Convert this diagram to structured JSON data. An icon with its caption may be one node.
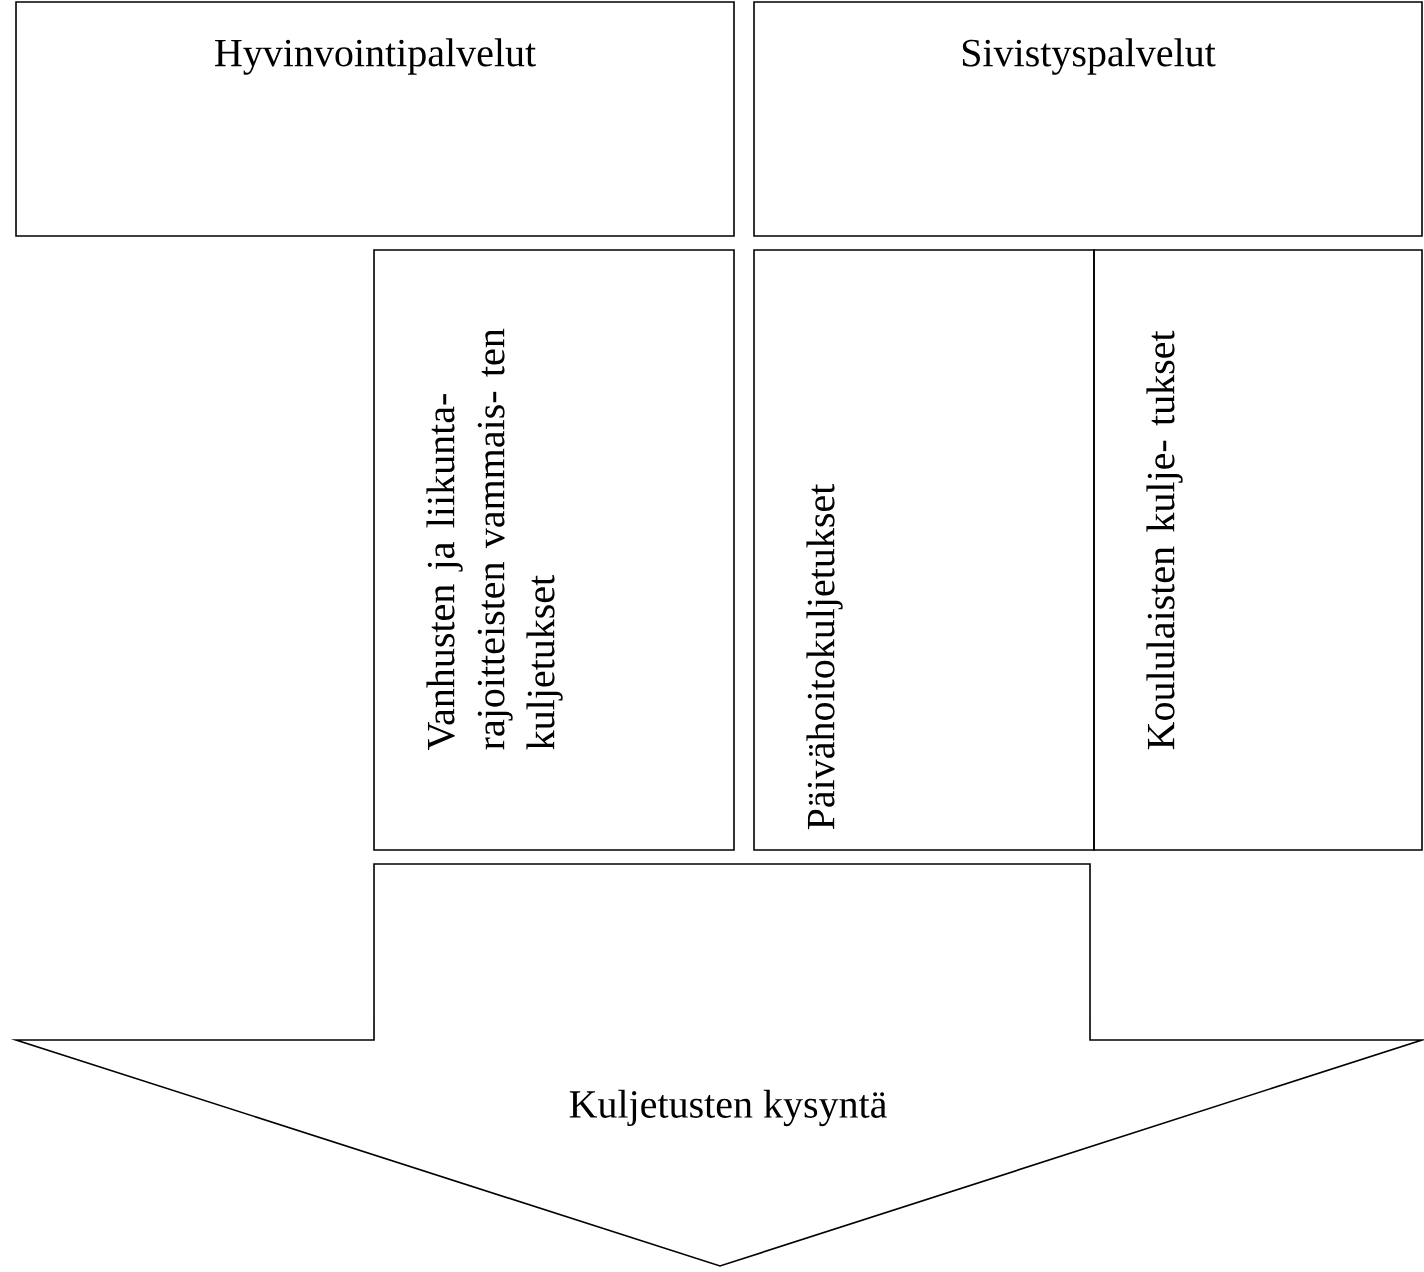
{
  "diagram": {
    "nodes": [
      {
        "text": [
          "Hyvinvointipalvelut"
        ]
      },
      {
        "text": [
          "Sivistyspalvelut"
        ]
      },
      {
        "text": [
          "Vanhusten ja liikunta- rajoitteisten vammais- ten kuljetukset"
        ]
      },
      {
        "text": [
          "Päivähoitokuljetukset"
        ]
      },
      {
        "text": [
          "Koululaisten kulje- tukset"
        ]
      },
      {
        "text": [
          "Kuljetusten kysyntä"
        ]
      }
    ]
  }
}
